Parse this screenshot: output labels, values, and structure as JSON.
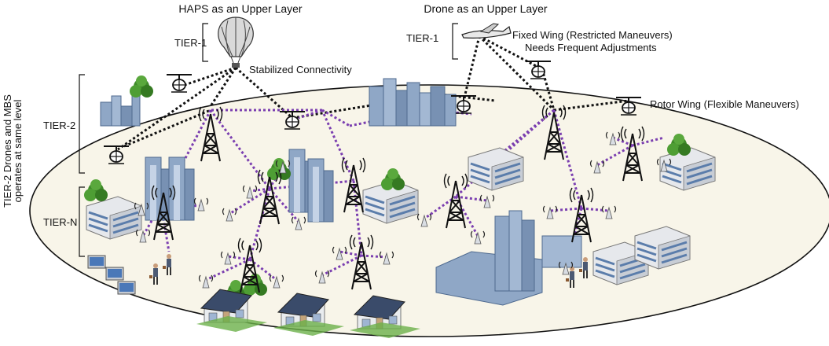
{
  "headers": {
    "haps": "HAPS as an Upper Layer",
    "drone": "Drone as an Upper Layer"
  },
  "labels": {
    "tier1_left": "TIER-1",
    "tier1_right": "TIER-1",
    "tier2": "TIER-2",
    "tiern": "TIER-N",
    "stabilized": "Stabilized Connectivity",
    "fixed_wing": "Fixed Wing (Restricted Maneuvers)",
    "frequent": "Needs Frequent Adjustments",
    "rotor_wing": "Rotor Wing (Flexible Maneuvers)"
  },
  "side_note": {
    "line1": "TIER-2 Drones and MBS",
    "line2": "operates at same level"
  },
  "colors": {
    "ellipse_fill": "#f8f5e9",
    "tier_link": "#111111",
    "cell_link": "#7b3fb0",
    "building": "#8fa7c6",
    "tree": "#3f8a2a"
  },
  "icons": [
    "balloon-icon",
    "fixed-wing-drone-icon",
    "rotor-drone-icon",
    "tower-icon",
    "small-cell-icon",
    "building-icon",
    "tree-icon",
    "house-icon",
    "person-icon",
    "computer-icon"
  ]
}
